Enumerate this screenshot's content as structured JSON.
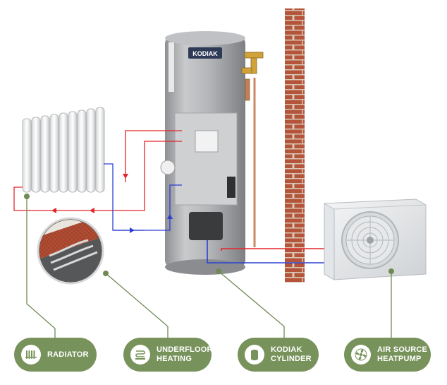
{
  "brand": {
    "logo_text": "KODIAK"
  },
  "colors": {
    "pill_green": "#77925a",
    "leader_green": "#6f8a52",
    "flow_red": "#e3262b",
    "return_blue": "#2b3fd1",
    "brick": "#b5523a",
    "cylinder": "#a7a9ac"
  },
  "labels": [
    {
      "id": "radiator",
      "icon": "radiator-icon",
      "lines": [
        "RADIATOR"
      ]
    },
    {
      "id": "underfloor",
      "icon": "underfloor-heating-icon",
      "lines": [
        "UNDERFLOOR",
        "HEATING"
      ]
    },
    {
      "id": "cylinder",
      "icon": "cylinder-icon",
      "lines": [
        "KODIAK",
        "CYLINDER"
      ]
    },
    {
      "id": "heatpump",
      "icon": "fan-icon",
      "lines": [
        "AIR SOURCE",
        "HEATPUMP"
      ]
    }
  ]
}
